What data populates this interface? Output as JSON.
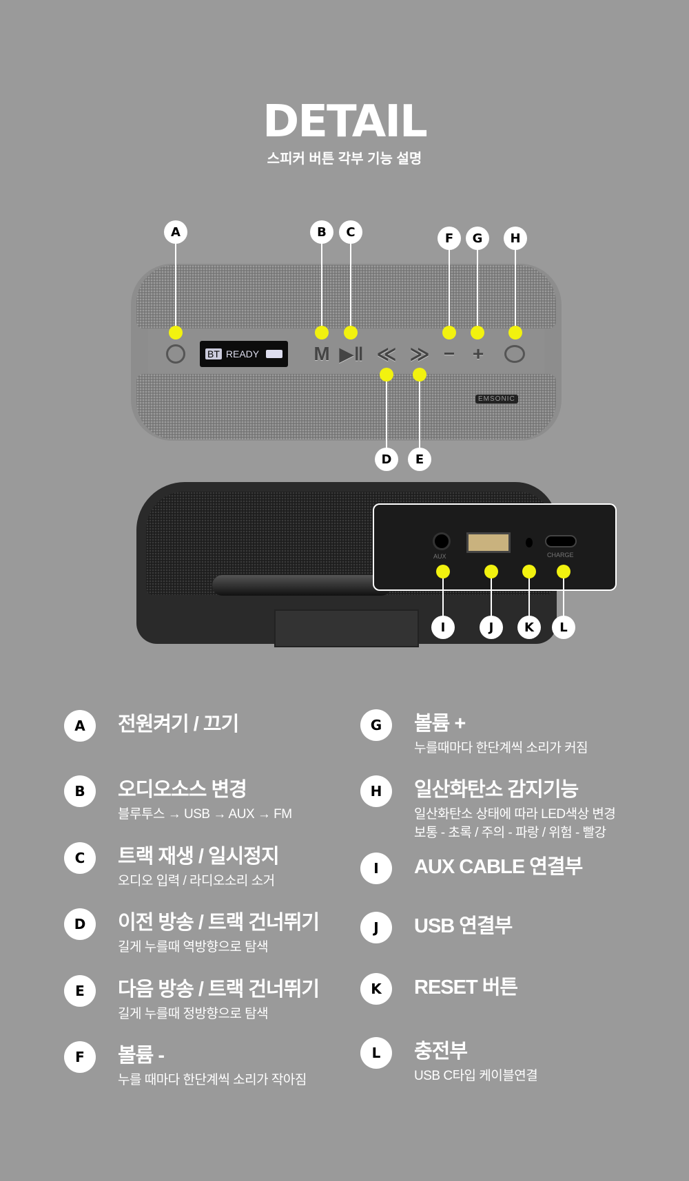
{
  "header": {
    "title": "DETAIL",
    "subtitle": "스피커 버튼 각부 기능 설명"
  },
  "device": {
    "display_source": "BT",
    "display_status": "READY",
    "brand": "EMSONIC",
    "port_labels": {
      "aux": "AUX",
      "charge": "CHARGE"
    }
  },
  "callouts": [
    "A",
    "B",
    "C",
    "D",
    "E",
    "F",
    "G",
    "H",
    "I",
    "J",
    "K",
    "L"
  ],
  "colors": {
    "background": "#9a9a9a",
    "marker": "#f2f20f"
  },
  "legend": [
    {
      "key": "A",
      "title": "전원켜기 / 끄기",
      "desc": []
    },
    {
      "key": "B",
      "title": "오디오소스 변경",
      "desc": [
        "블루투스 → USB → AUX → FM"
      ]
    },
    {
      "key": "C",
      "title": "트랙 재생 / 일시정지",
      "desc": [
        "오디오 입력 / 라디오소리 소거"
      ]
    },
    {
      "key": "D",
      "title": "이전 방송 / 트랙 건너뛰기",
      "desc": [
        "길게 누를때 역방향으로 탐색"
      ]
    },
    {
      "key": "E",
      "title": "다음 방송 / 트랙 건너뛰기",
      "desc": [
        "길게 누를때 정방향으로 탐색"
      ]
    },
    {
      "key": "F",
      "title": "볼륨  -",
      "desc": [
        "누를 때마다 한단계씩 소리가 작아짐"
      ]
    },
    {
      "key": "G",
      "title": "볼륨 +",
      "desc": [
        "누를때마다 한단계씩 소리가 커짐"
      ]
    },
    {
      "key": "H",
      "title": "일산화탄소 감지기능",
      "desc": [
        "일산화탄소 상태에 따라 LED색상 변경",
        "보통 - 초록 / 주의 - 파랑 / 위험 - 빨강"
      ]
    },
    {
      "key": "I",
      "title": "AUX CABLE 연결부",
      "desc": []
    },
    {
      "key": "J",
      "title": "USB 연결부",
      "desc": []
    },
    {
      "key": "K",
      "title": "RESET 버튼",
      "desc": []
    },
    {
      "key": "L",
      "title": "충전부",
      "desc": [
        "USB C타입 케이블연결"
      ]
    }
  ]
}
